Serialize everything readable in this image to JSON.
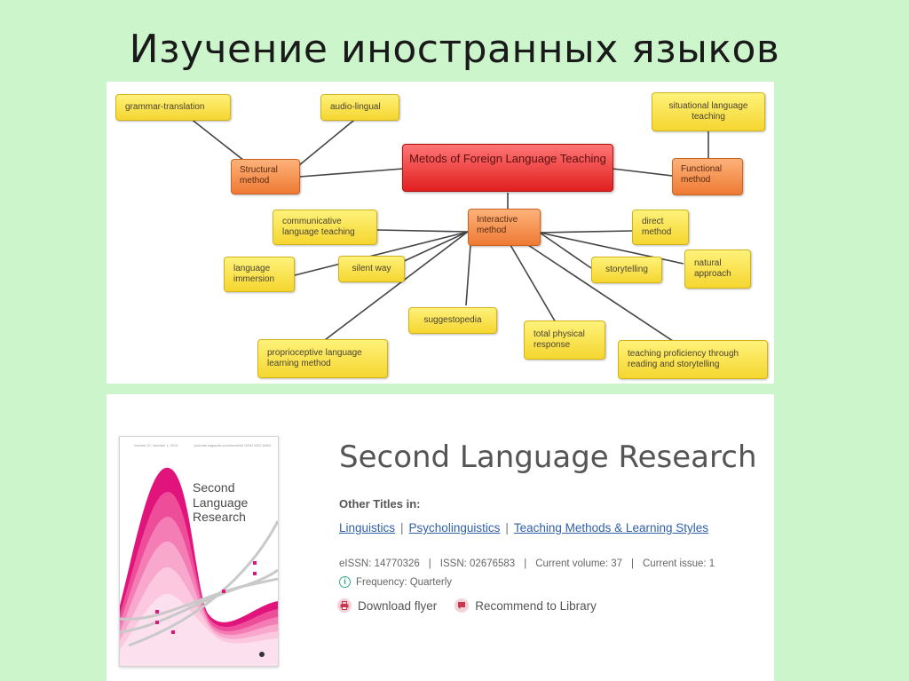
{
  "slide": {
    "title": "Изучение иностранных языков"
  },
  "mindmap": {
    "root": "Metods of Foreign Language Teaching",
    "structural": "Structural method",
    "functional": "Functional method",
    "interactive": "Interactive method",
    "leaves": {
      "grammar": "grammar-translation",
      "audio": "audio-lingual",
      "situational": "situational language teaching",
      "communicative": "communicative language teaching",
      "direct": "direct method",
      "immersion": "language immersion",
      "silent": "silent way",
      "storytelling": "storytelling",
      "natural": "natural approach",
      "suggestopedia": "suggestopedia",
      "tpr": "total physical response",
      "proprioceptive": "proprioceptive language learning method",
      "proficiency": "teaching proficiency through reading and storytelling"
    }
  },
  "journal": {
    "title": "Second Language Research",
    "cover": {
      "title": "Second Language Research",
      "volume": "Volume 37, Number 1, 2021",
      "site": "journals.sagepub.com/home/slr ISSN 0267-6583"
    },
    "other_titles_label": "Other Titles in:",
    "links": [
      "Linguistics",
      "Psycholinguistics",
      "Teaching Methods & Learning Styles"
    ],
    "meta": {
      "eissn": "eISSN: 14770326",
      "issn": "ISSN: 02676583",
      "volume": "Current volume: 37",
      "issue": "Current issue: 1"
    },
    "frequency": "Frequency: Quarterly",
    "actions": {
      "download": "Download flyer",
      "recommend": "Recommend to Library"
    }
  },
  "colors": {
    "background": "#ccf5cc",
    "root_node": "#e21f1f",
    "mid_node": "#ee7a34",
    "leaf_node": "#f5d630",
    "link": "#2f5fa6",
    "cover_accent": "#e0147a"
  }
}
